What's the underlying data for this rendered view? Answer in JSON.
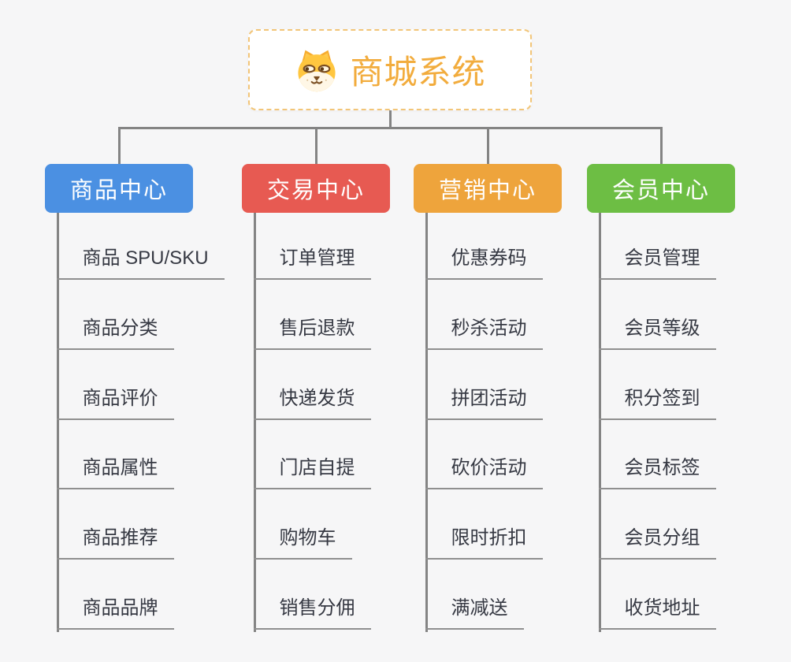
{
  "colors": {
    "background": "#f6f6f7",
    "connector": "#848484",
    "leaf_underline": "#8f8f8f",
    "leaf_text": "#363943",
    "root_text": "#F2AC3D",
    "root_border": "#F2C578",
    "root_background": "#ffffff",
    "branch_text": "#ffffff"
  },
  "root": {
    "label": "商城系统",
    "icon": "dog-face-icon"
  },
  "branches": [
    {
      "label": "商品中心",
      "color": "#4B90E2",
      "items": [
        "商品 SPU/SKU",
        "商品分类",
        "商品评价",
        "商品属性",
        "商品推荐",
        "商品品牌"
      ]
    },
    {
      "label": "交易中心",
      "color": "#E75A52",
      "items": [
        "订单管理",
        "售后退款",
        "快递发货",
        "门店自提",
        "购物车",
        "销售分佣"
      ]
    },
    {
      "label": "营销中心",
      "color": "#EEA43C",
      "items": [
        "优惠券码",
        "秒杀活动",
        "拼团活动",
        "砍价活动",
        "限时折扣",
        "满减送"
      ]
    },
    {
      "label": "会员中心",
      "color": "#6DBE44",
      "items": [
        "会员管理",
        "会员等级",
        "积分签到",
        "会员标签",
        "会员分组",
        "收货地址"
      ]
    }
  ]
}
